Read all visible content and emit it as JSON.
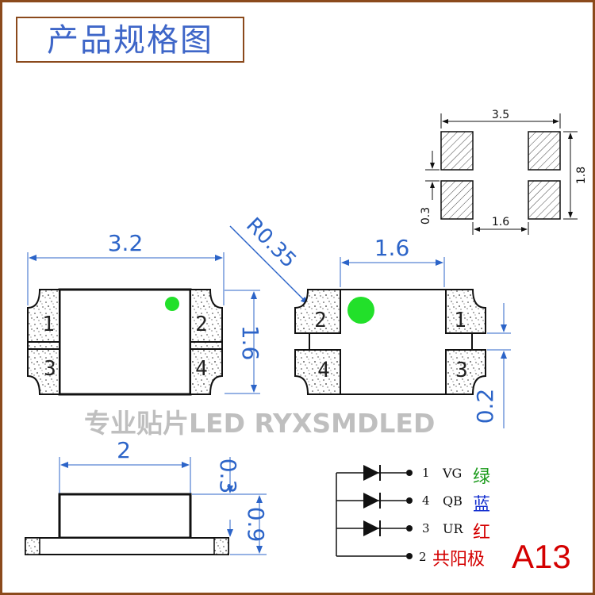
{
  "title": "产品规格图",
  "watermark": "专业贴片LED RYXSMDLED",
  "pad_layout": {
    "width_label": "3.5",
    "height_label": "1.8",
    "gap_label": "0.3",
    "inner_label": "1.6"
  },
  "top_view": {
    "length_label": "3.2",
    "width_label": "1.6",
    "pins": [
      "1",
      "2",
      "3",
      "4"
    ]
  },
  "bottom_view": {
    "radius_label": "R0.35",
    "span_label": "1.6",
    "gap_label": "0.2",
    "pins": [
      "2",
      "1",
      "4",
      "3"
    ]
  },
  "side_view": {
    "length_label": "2",
    "lens_label": "0.3",
    "height_label": "0.9"
  },
  "legend": {
    "rows": [
      {
        "pin": "1",
        "code": "VG",
        "name": "绿",
        "color": "#1a9a1a"
      },
      {
        "pin": "4",
        "code": "QB",
        "name": "蓝",
        "color": "#1530d0"
      },
      {
        "pin": "3",
        "code": "UR",
        "name": "红",
        "color": "#d40000"
      }
    ],
    "common": {
      "pin": "2",
      "name": "共阳极",
      "color": "#d40000"
    },
    "model": "A13"
  },
  "colors": {
    "border": "#8b4a1c",
    "dimension": "#2c64c8",
    "led_dot": "#22e02a"
  }
}
